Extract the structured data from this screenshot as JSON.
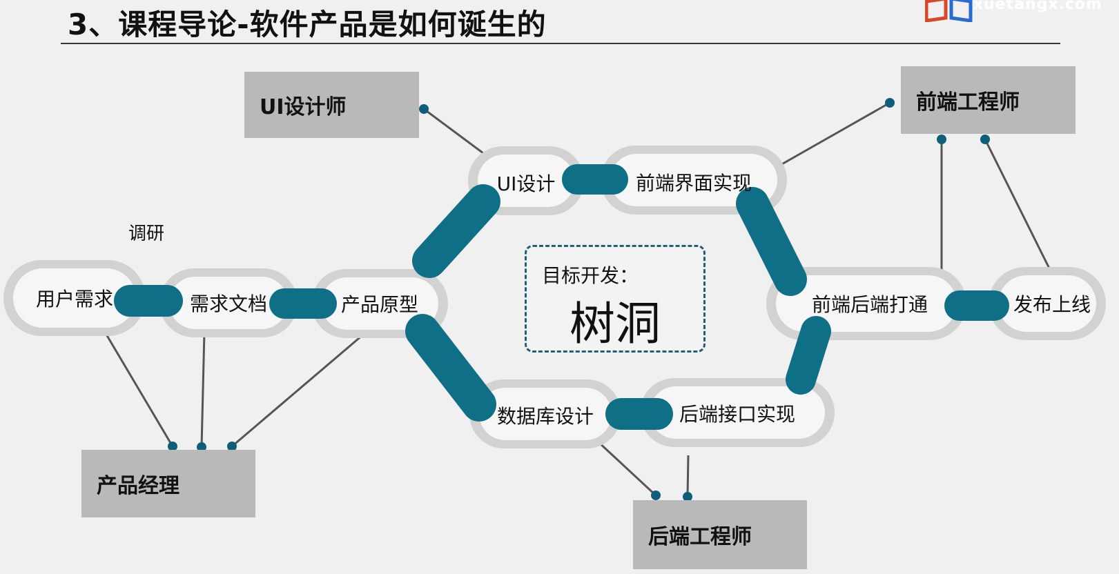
{
  "header": {
    "title": "3、课程导论-软件产品是如何诞生的",
    "brand": "xuetangx.com"
  },
  "roles": {
    "ui_designer": "UI设计师",
    "frontend_engineer": "前端工程师",
    "product_manager": "产品经理",
    "backend_engineer": "后端工程师"
  },
  "steps": {
    "user_needs": "用户需求",
    "requirements_doc": "需求文档",
    "prototype": "产品原型",
    "ui_design": "UI设计",
    "frontend_impl": "前端界面实现",
    "integration": "前端后端打通",
    "release": "发布上线",
    "db_design": "数据库设计",
    "backend_impl": "后端接口实现"
  },
  "annotations": {
    "research": "调研"
  },
  "goal": {
    "label": "目标开发：",
    "name": "树洞"
  },
  "colors": {
    "background": "#f0f0f0",
    "role_box": "#b9b9b9",
    "pill_ring": "#d2d2d2",
    "pill_fill": "#f6f6f6",
    "connector": "#0f6f86",
    "line": "#555555",
    "dot": "#0f5f7a",
    "goal_border": "#1f5f7a"
  }
}
